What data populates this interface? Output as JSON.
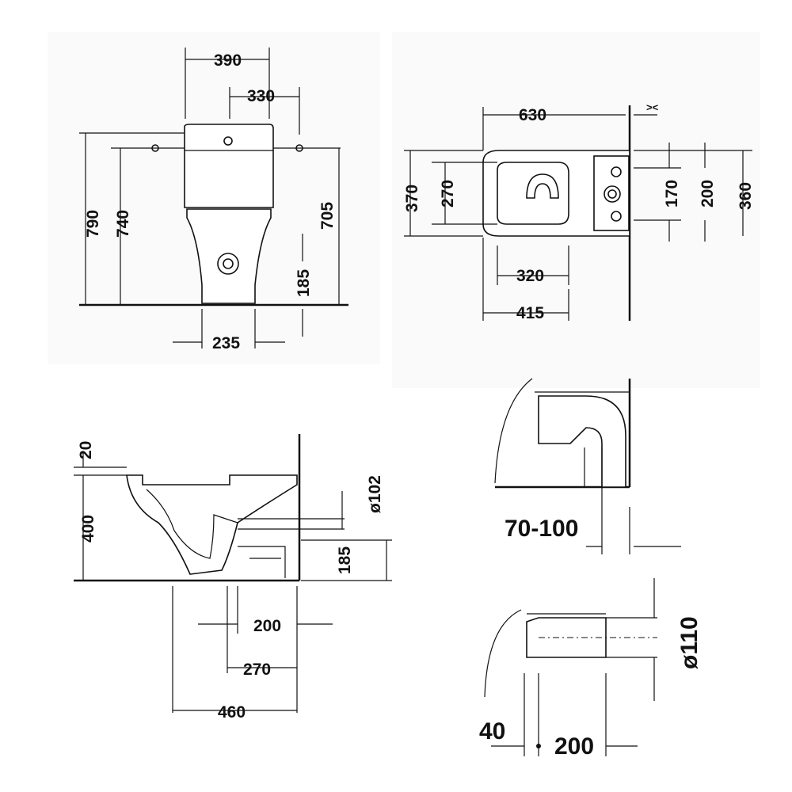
{
  "front_view": {
    "width_390": "390",
    "width_330": "330",
    "height_790": "790",
    "height_740": "740",
    "height_705": "705",
    "outlet_185": "185",
    "base_235": "235"
  },
  "top_view": {
    "length_630": "630",
    "width_370": "370",
    "width_270": "270",
    "conn_170": "170",
    "conn_200": "200",
    "conn_360": "360",
    "len_320": "320",
    "len_415": "415",
    "wall_symbol": "><"
  },
  "side_view": {
    "seat_20": "20",
    "height_400": "400",
    "outlet_dia": "ø102",
    "outlet_185": "185",
    "dist_200": "200",
    "dist_270": "270",
    "dist_460": "460"
  },
  "detail_top": {
    "range": "70-100"
  },
  "detail_bottom": {
    "dia": "ø110",
    "dist_40": "40",
    "dist_200": "200"
  }
}
